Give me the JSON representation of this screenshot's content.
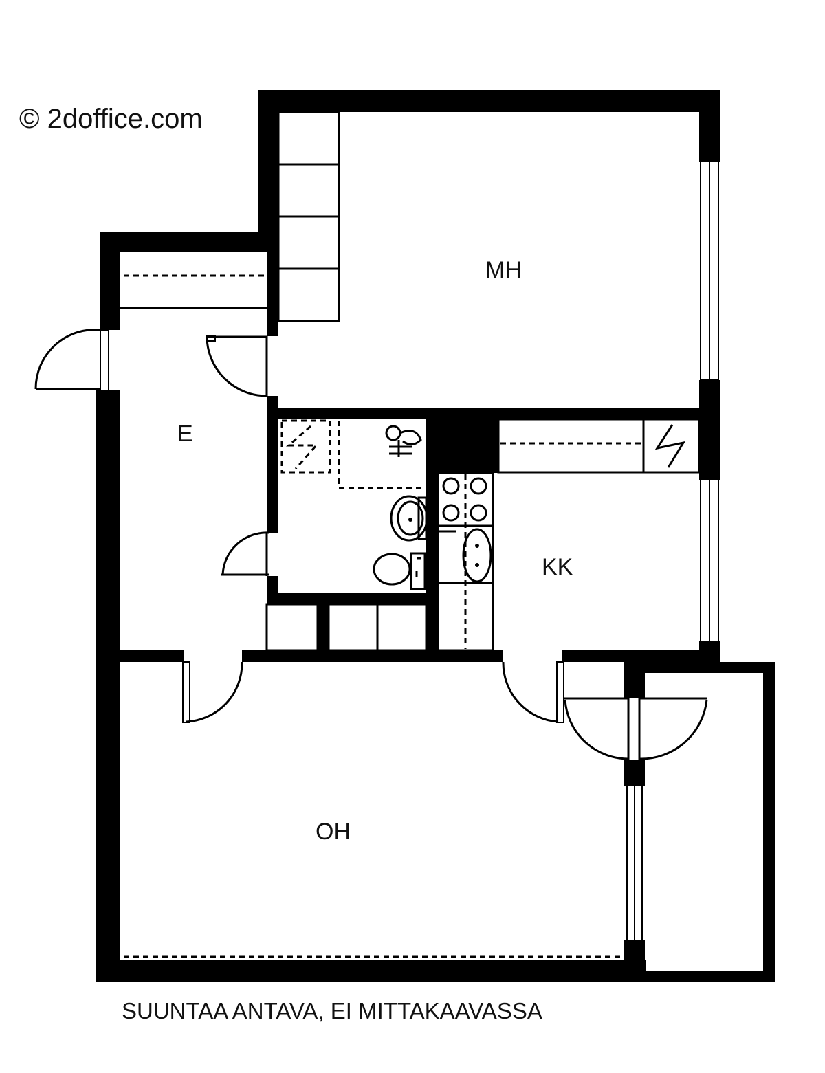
{
  "watermark": "© 2doffice.com",
  "rooms": {
    "mh": "MH",
    "e": "E",
    "kk": "KK",
    "oh": "OH"
  },
  "footer_note": "SUUNTAA ANTAVA, EI MITTAKAAVASSA",
  "colors": {
    "wall": "#000000",
    "background": "#ffffff"
  }
}
